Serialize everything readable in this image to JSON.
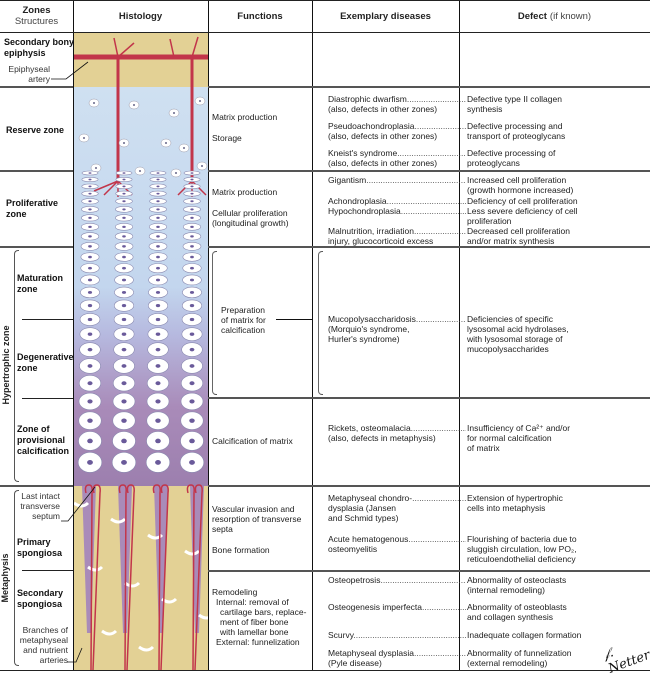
{
  "header": {
    "zones": "Zones",
    "structures": "Structures",
    "histology": "Histology",
    "functions": "Functions",
    "diseases": "Exemplary diseases",
    "defect": "Defect",
    "defect_note": "(if known)"
  },
  "zones": {
    "epiphysis": "Secondary bony epiphysis",
    "epiphyseal_artery": "Epiphyseal artery",
    "reserve": "Reserve zone",
    "proliferative": "Proliferative zone",
    "hypertrophic": "Hypertrophic zone",
    "maturation": "Maturation zone",
    "degenerative": "Degenerative zone",
    "provisional": "Zone of provisional calcification",
    "metaphysis": "Metaphysis",
    "last_septum": "Last intact transverse septum",
    "primary": "Primary spongiosa",
    "secondary": "Secondary spongiosa",
    "branches": "Branches of metaphyseal and nutrient arteries"
  },
  "functions": {
    "reserve": [
      "Matrix production",
      "Storage"
    ],
    "proliferative": [
      "Matrix production",
      "Cellular proliferation",
      "(longitudinal growth)"
    ],
    "hypertrophic": [
      "Preparation",
      "of matrix for",
      "calcification"
    ],
    "provisional": [
      "Calcification of matrix"
    ],
    "primary": [
      "Vascular invasion and",
      "resorption of transverse",
      "septa",
      "Bone formation"
    ],
    "secondary": [
      "Remodeling",
      "Internal: removal of",
      "cartilage bars, replace-",
      "ment of fiber bone",
      "with lamellar bone",
      "External: funnelization"
    ]
  },
  "diseases": [
    {
      "name": "Diastrophic dwarfism",
      "note": "(also, defects in other zones)",
      "defect": [
        "Defective type II collagen",
        "synthesis"
      ]
    },
    {
      "name": "Pseudoachondroplasia",
      "note": "(also, defects in other zones)",
      "defect": [
        "Defective processing and",
        "transport of proteoglycans"
      ]
    },
    {
      "name": "Kneist's syndrome",
      "note": "(also, defects in other zones)",
      "defect": [
        "Defective processing of",
        "proteoglycans"
      ]
    },
    {
      "name": "Gigantism",
      "note": "",
      "defect": [
        "Increased cell proliferation",
        "(growth hormone increased)"
      ]
    },
    {
      "name": "Achondroplasia",
      "note": "",
      "defect": [
        "Deficiency of cell proliferation",
        ""
      ]
    },
    {
      "name": "Hypochondroplasia",
      "note": "",
      "defect": [
        "Less severe deficiency of cell",
        "proliferation"
      ]
    },
    {
      "name": "Malnutrition, irradiation",
      "note": "injury, glucocorticoid excess",
      "defect": [
        "Decreased cell proliferation",
        "and/or matrix synthesis"
      ]
    },
    {
      "name": "Mucopolysaccharidosis",
      "note": "(Morquio's syndrome,",
      "note2": "Hurler's syndrome)",
      "defect": [
        "Deficiencies of specific",
        "lysosomal acid hydrolases,",
        "with lysosomal storage of",
        "mucopolysaccharides"
      ]
    },
    {
      "name": "Rickets, osteomalacia",
      "note": "(also, defects in metaphysis)",
      "defect": [
        "Insufficiency of Ca²⁺ and/or",
        "for normal calcification",
        "of matrix"
      ]
    },
    {
      "name": "Metaphyseal chondro-",
      "note": "dysplasia (Jansen",
      "note2": "and Schmid types)",
      "defect": [
        "Extension of hypertrophic",
        "cells into metaphysis"
      ]
    },
    {
      "name": "Acute hematogenous",
      "note": "osteomyelitis",
      "defect": [
        "Flourishing of bacteria due to",
        "sluggish circulation, low PO₂,",
        "reticuloendothelial deficiency"
      ]
    },
    {
      "name": "Osteopetrosis",
      "note": "",
      "defect": [
        "Abnormality of osteoclasts",
        "(internal remodeling)"
      ]
    },
    {
      "name": "Osteogenesis imperfecta",
      "note": "",
      "defect": [
        "Abnormality of osteoblasts",
        "and collagen synthesis"
      ]
    },
    {
      "name": "Scurvy",
      "note": "",
      "defect": [
        "Inadequate collagen formation",
        ""
      ]
    },
    {
      "name": "Metaphyseal dysplasia",
      "note": "(Pyle disease)",
      "defect": [
        "Abnormality of funnelization",
        "(external remodeling)"
      ]
    }
  ],
  "signature": "F. Netter M.D.",
  "colors": {
    "bone": "#e3d195",
    "cartilage": "#cfe0f1",
    "calcified": "#a98bb9",
    "artery": "#c2354a"
  }
}
